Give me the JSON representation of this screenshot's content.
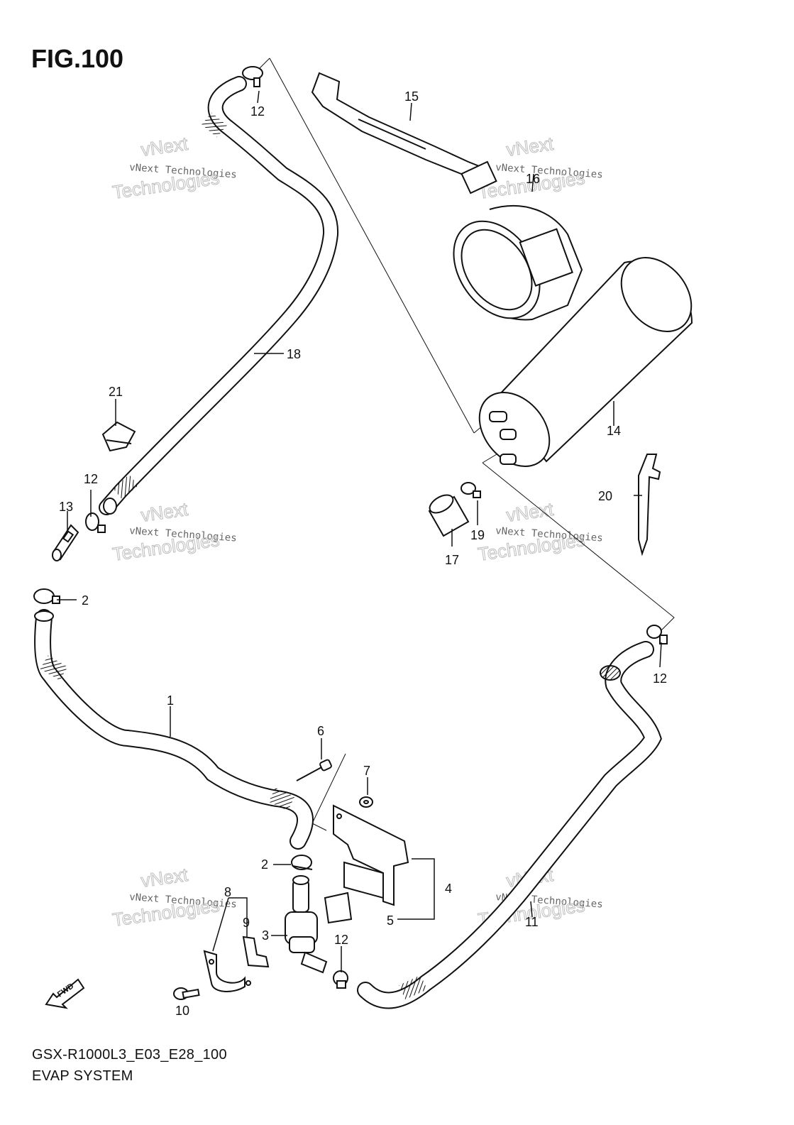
{
  "figure": {
    "title": "FIG.100"
  },
  "footer": {
    "model_code": "GSX-R1000L3_E03_E28_100",
    "system_name": "EVAP SYSTEM"
  },
  "watermark": {
    "line1": "vNext",
    "line2": "vNext Technologies",
    "line3": "Technologies"
  },
  "direction_marker": {
    "label": "FWD"
  },
  "callouts": {
    "c1": "1",
    "c2a": "2",
    "c2b": "2",
    "c3": "3",
    "c4": "4",
    "c5": "5",
    "c6": "6",
    "c7": "7",
    "c8": "8",
    "c9": "9",
    "c10": "10",
    "c11": "11",
    "c12a": "12",
    "c12b": "12",
    "c12c": "12",
    "c12d": "12",
    "c13": "13",
    "c14": "14",
    "c15": "15",
    "c16": "16",
    "c17": "17",
    "c18": "18",
    "c19": "19",
    "c20": "20",
    "c21": "21"
  }
}
